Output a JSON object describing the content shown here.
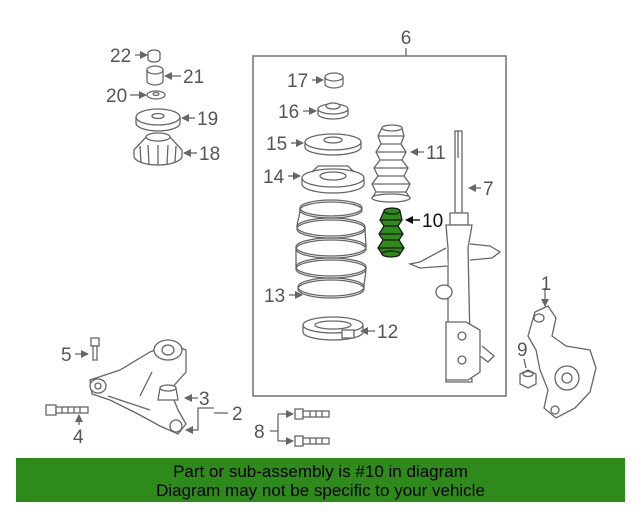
{
  "colors": {
    "highlight_fill": "#2f8a1c",
    "banner_background": "#2f8a1c",
    "line": "#666666"
  },
  "callouts": {
    "n1": "1",
    "n2": "2",
    "n3": "3",
    "n4": "4",
    "n5": "5",
    "n6": "6",
    "n7": "7",
    "n8": "8",
    "n9": "9",
    "n10": "10",
    "n11": "11",
    "n12": "12",
    "n13": "13",
    "n14": "14",
    "n15": "15",
    "n16": "16",
    "n17": "17",
    "n18": "18",
    "n19": "19",
    "n20": "20",
    "n21": "21",
    "n22": "22"
  },
  "highlighted_part": "10",
  "banner": {
    "line1": "Part or sub-assembly is #10 in diagram",
    "line2": "Diagram may not be specific to your vehicle"
  }
}
